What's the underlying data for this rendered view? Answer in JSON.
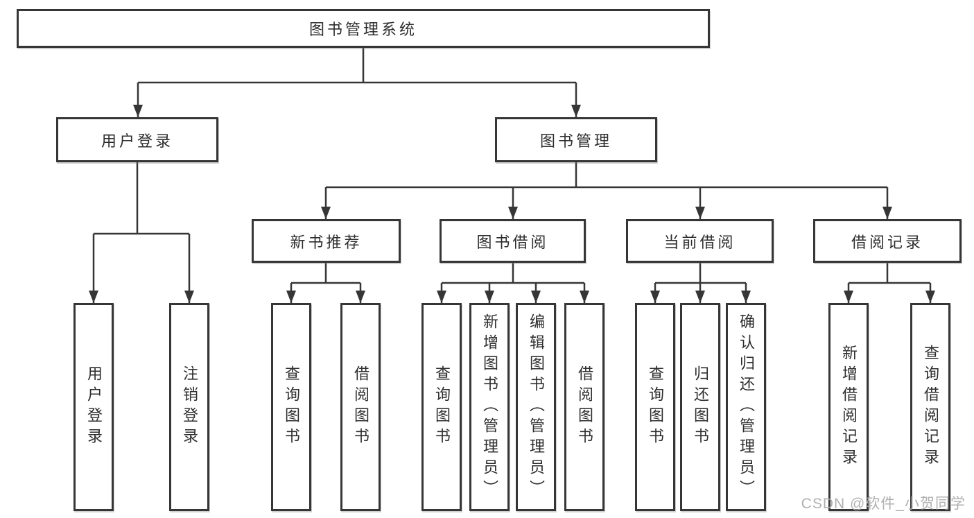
{
  "diagram": {
    "root": {
      "label": "图书管理系统"
    },
    "branches": [
      {
        "label": "用户登录",
        "children": [
          {
            "label": "用户登录"
          },
          {
            "label": "注销登录"
          }
        ]
      },
      {
        "label": "图书管理",
        "children": [
          {
            "label": "新书推荐",
            "children": [
              {
                "label": "查询图书"
              },
              {
                "label": "借阅图书"
              }
            ]
          },
          {
            "label": "图书借阅",
            "children": [
              {
                "label": "查询图书"
              },
              {
                "label": "新增图书（管理员）"
              },
              {
                "label": "编辑图书（管理员）"
              },
              {
                "label": "借阅图书"
              }
            ]
          },
          {
            "label": "当前借阅",
            "children": [
              {
                "label": "查询图书"
              },
              {
                "label": "归还图书"
              },
              {
                "label": "确认归还（管理员）"
              }
            ]
          },
          {
            "label": "借阅记录",
            "children": [
              {
                "label": "新增借阅记录"
              },
              {
                "label": "查询借阅记录"
              }
            ]
          }
        ]
      }
    ]
  },
  "colors": {
    "line": "#363636",
    "text": "#2e2e2e",
    "watermark": "#acacac"
  },
  "watermark": {
    "text": "CSDN @软件_小贺同学"
  }
}
